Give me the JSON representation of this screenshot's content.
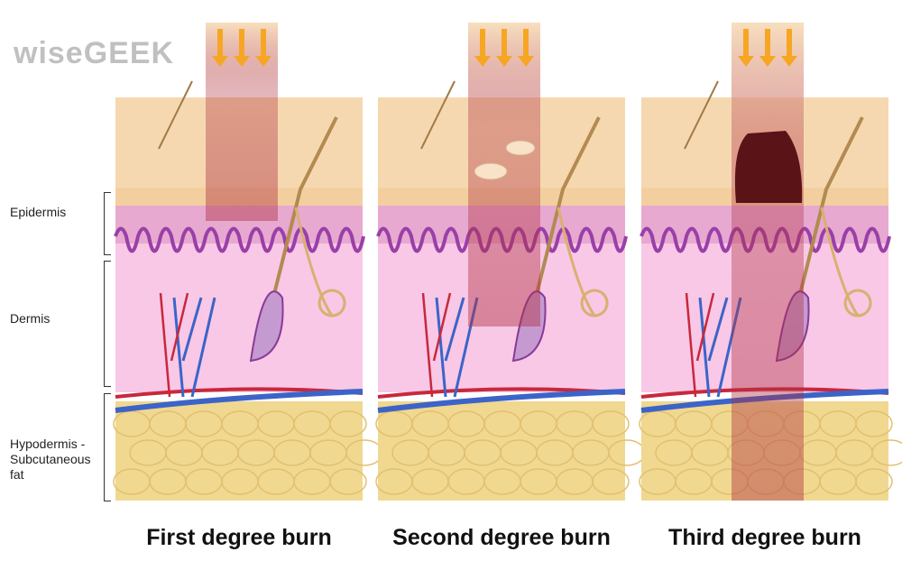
{
  "labels": {
    "epidermis": "Epidermis",
    "dermis": "Dermis",
    "hypodermis": [
      "Hypodermis -",
      "Subcutaneous",
      "fat"
    ]
  },
  "panels": [
    {
      "title": "First degree burn",
      "burn_depth": "epidermis"
    },
    {
      "title": "Second degree burn",
      "burn_depth": "dermis"
    },
    {
      "title": "Third degree burn",
      "burn_depth": "hypodermis"
    }
  ],
  "watermark": "wiseGEEK",
  "colors": {
    "skin_surface": "#f6d8b0",
    "epidermis": "#e7a9d0",
    "dermis": "#f8c8e6",
    "fat": "#f0d890",
    "arrow": "#f7a623",
    "artery": "#c8283c",
    "vein": "#3c64c8",
    "burn": "#b03040"
  }
}
